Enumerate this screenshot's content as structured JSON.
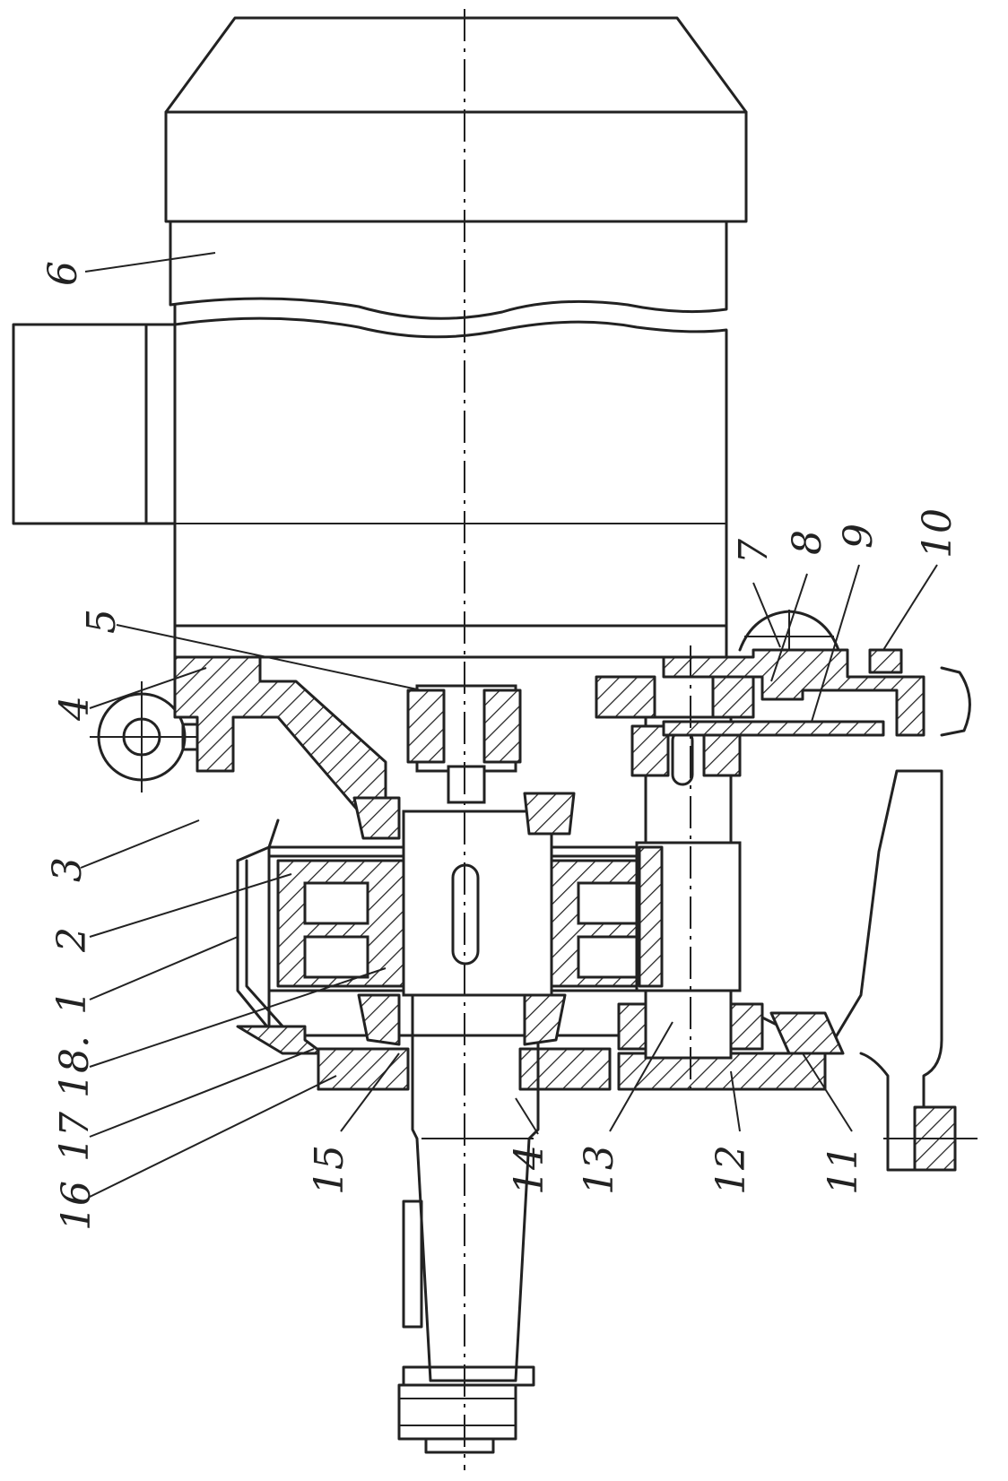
{
  "callouts": [
    {
      "id": "1",
      "label": "1"
    },
    {
      "id": "2",
      "label": "2"
    },
    {
      "id": "3",
      "label": "3"
    },
    {
      "id": "4",
      "label": "4"
    },
    {
      "id": "5",
      "label": "5"
    },
    {
      "id": "6",
      "label": "6"
    },
    {
      "id": "7",
      "label": "7"
    },
    {
      "id": "8",
      "label": "8"
    },
    {
      "id": "9",
      "label": "9"
    },
    {
      "id": "10",
      "label": "10"
    },
    {
      "id": "11",
      "label": "11"
    },
    {
      "id": "12",
      "label": "12"
    },
    {
      "id": "13",
      "label": "13"
    },
    {
      "id": "14",
      "label": "14"
    },
    {
      "id": "15",
      "label": "15"
    },
    {
      "id": "16",
      "label": "16"
    },
    {
      "id": "17",
      "label": "17"
    },
    {
      "id": "18",
      "label": "18."
    }
  ]
}
